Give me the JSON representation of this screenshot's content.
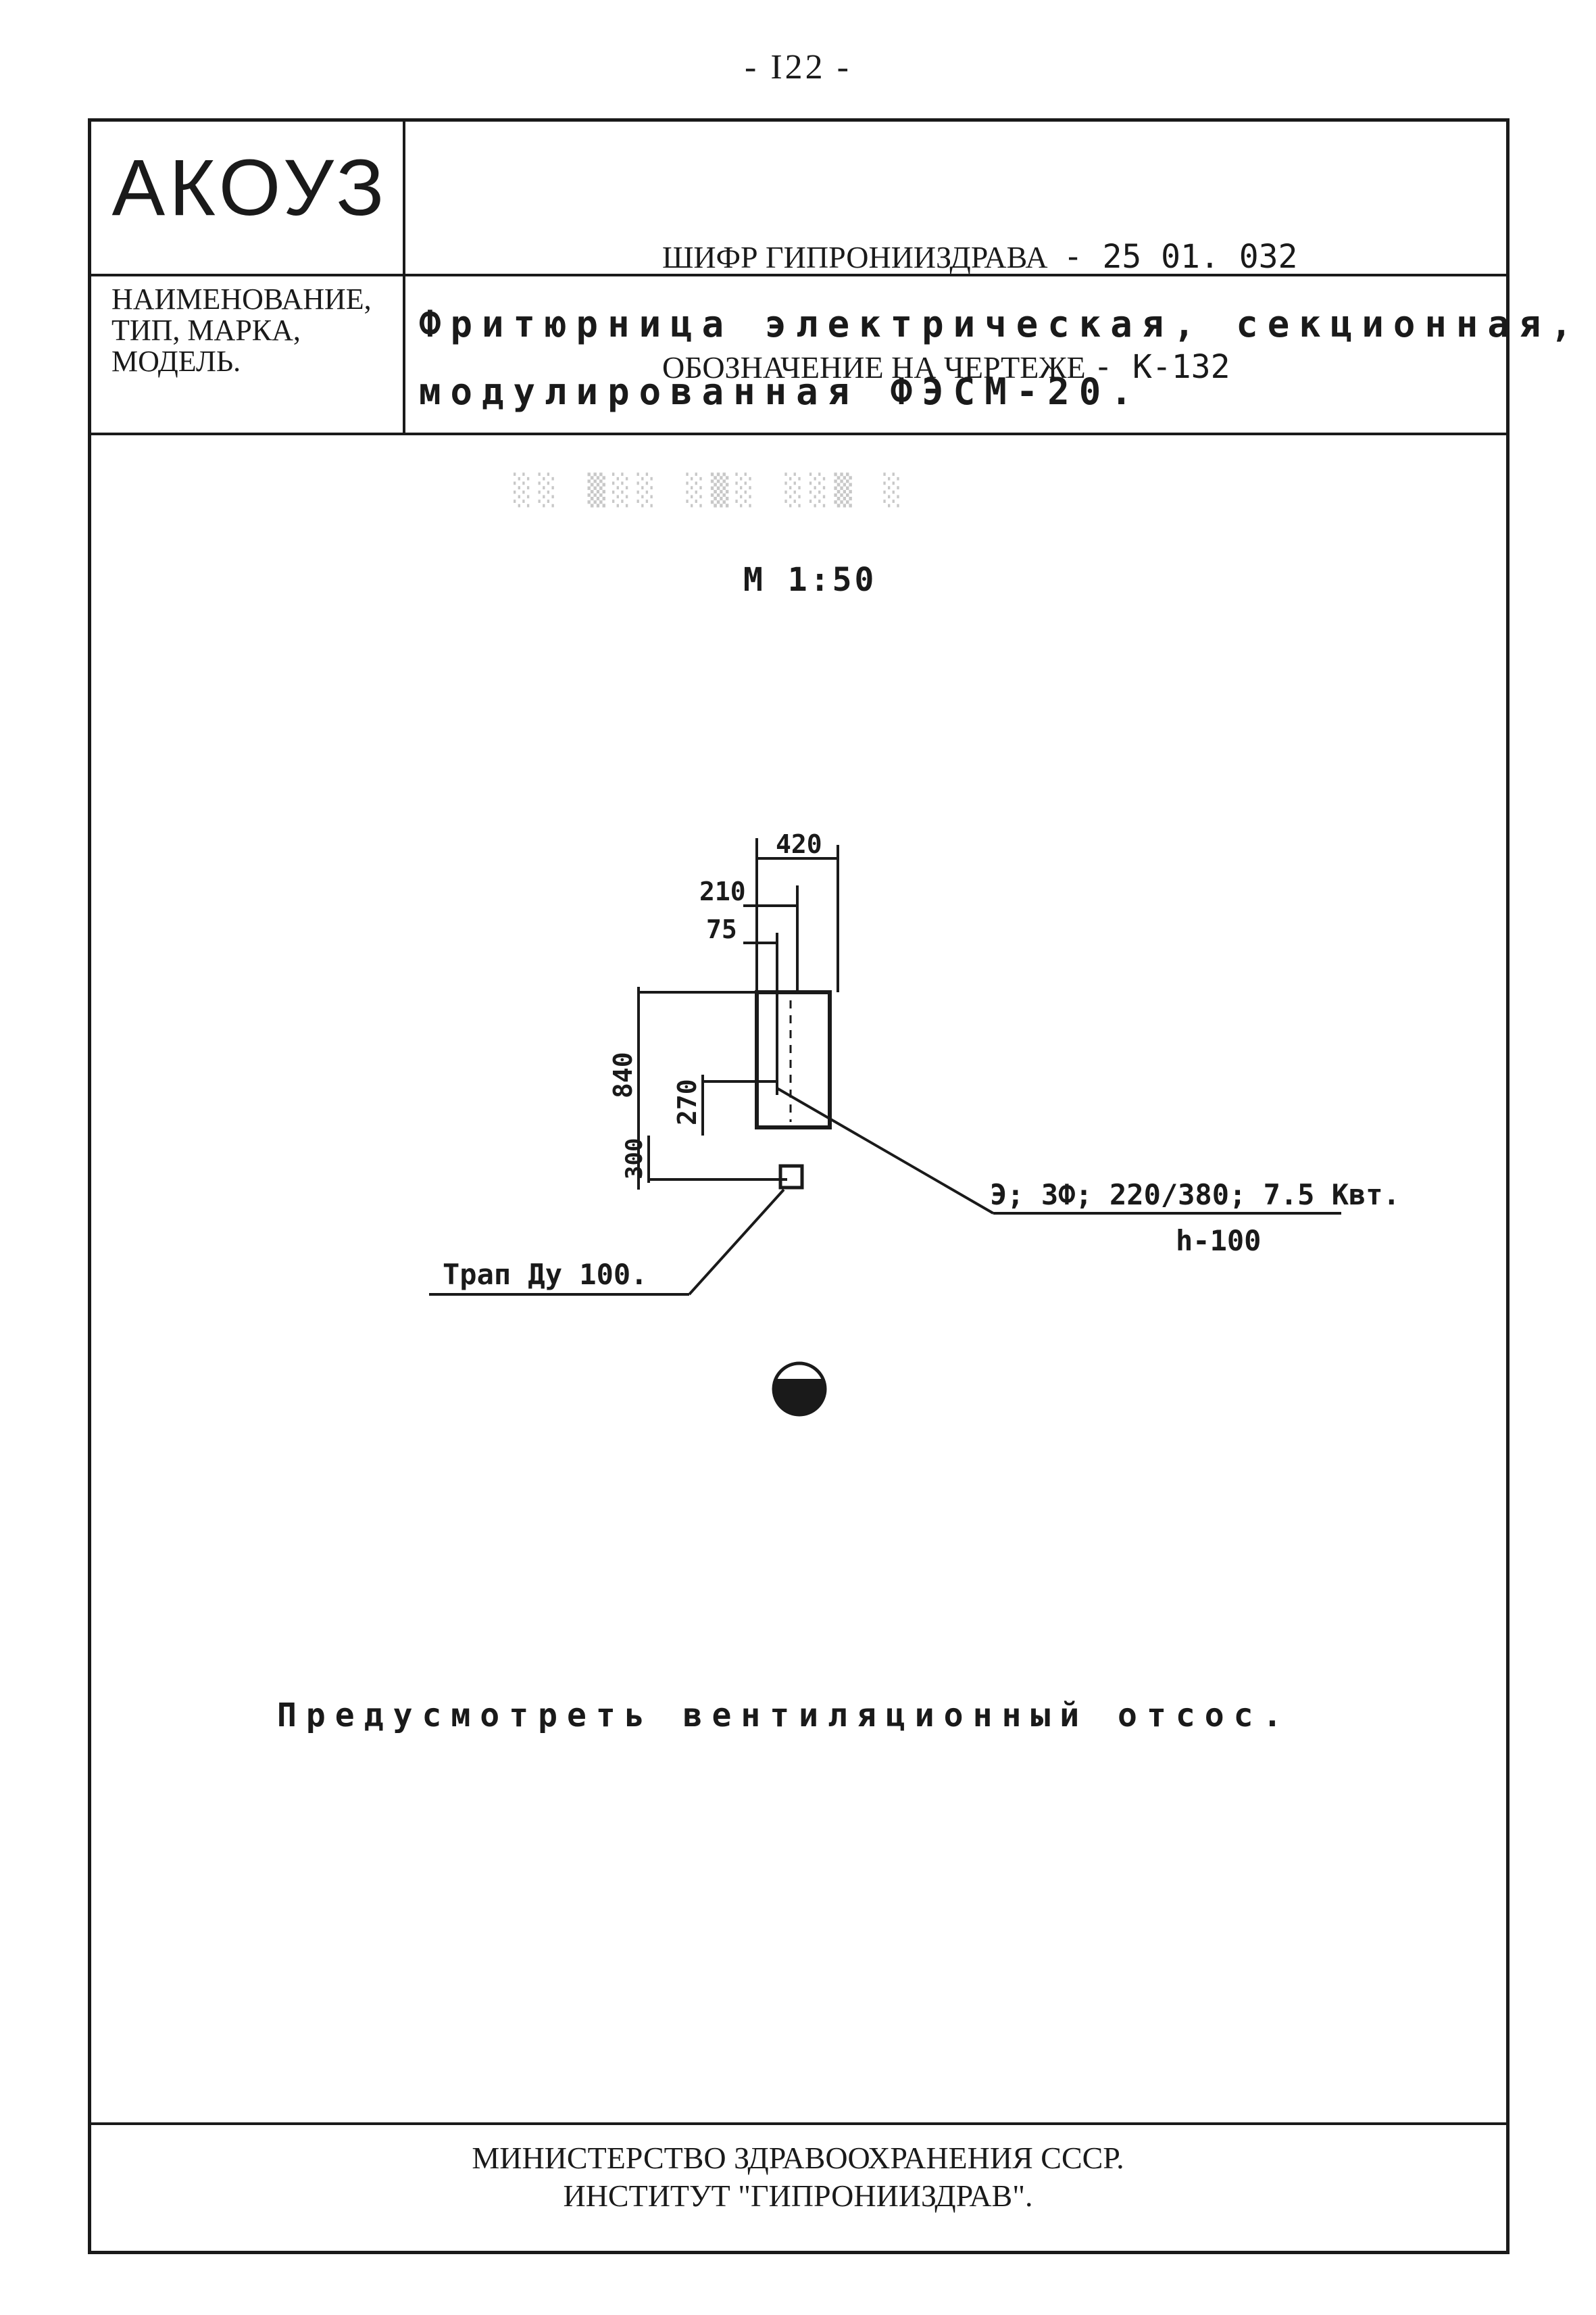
{
  "page_number": "- I22 -",
  "header": {
    "logo": "АКОУЗ",
    "cipher_label": "ШИФР ГИПРОНИИЗДРАВА",
    "cipher_value": "- 25 01. 032",
    "designation_label": "ОБОЗНАЧЕНИЕ НА ЧЕРТЕЖЕ",
    "designation_value": "- К-132"
  },
  "name_row": {
    "label_lines": [
      "НАИМЕНОВАНИЕ,",
      "ТИП, МАРКА,",
      "МОДЕЛЬ."
    ],
    "title_line1": "Фритюрница электрическая, секционная,",
    "title_line2": "модулированная ФЭСМ-20."
  },
  "drawing": {
    "scale": "М 1:50",
    "dimensions": {
      "width_total": "420",
      "offset_1": "210",
      "offset_2": "75",
      "depth": "840",
      "offset_3": "270",
      "offset_4": "300"
    },
    "power_label": "Э; 3Ф; 220/380; 7.5 Квт.",
    "power_height": "h-100",
    "drain_label": "Трап Ду 100."
  },
  "note": "Предусмотреть вентиляционный отсос.",
  "footer": {
    "line1": "МИНИСТЕРСТВО ЗДРАВООХРАНЕНИЯ СССР.",
    "line2": "ИНСТИТУТ \"ГИПРОНИИЗДРАВ\"."
  }
}
